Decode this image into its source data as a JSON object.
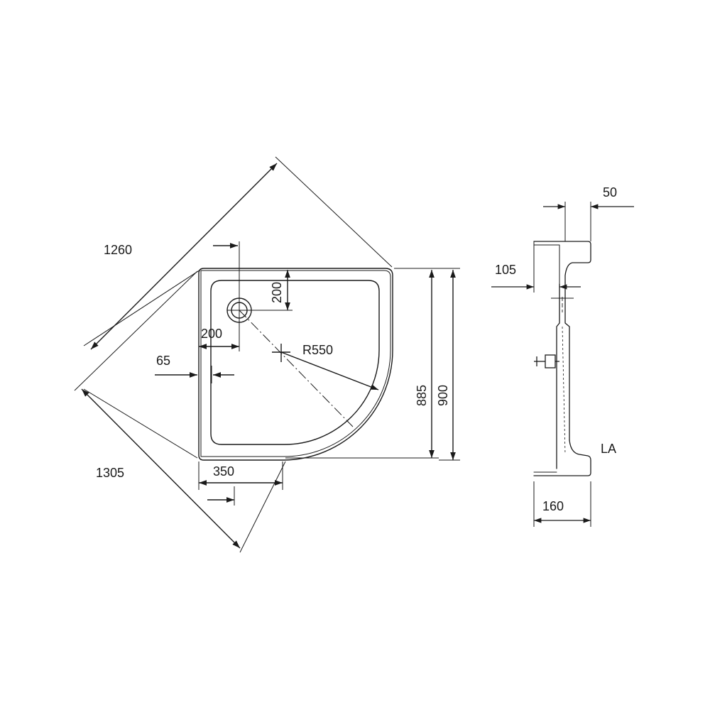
{
  "drawing": {
    "line_color": "#1a1a1a",
    "background_color": "#ffffff"
  },
  "plan_view": {
    "diagonal_overall": "1260",
    "diagonal_outer": "1305",
    "waste_offset_y": "200",
    "waste_offset_x": "200",
    "edge_inset": "65",
    "radius": "R550",
    "depth_inner": "885",
    "depth_outer": "900",
    "front_width": "350"
  },
  "section_view": {
    "rim_width": "50",
    "drop_height": "105",
    "base_width": "160",
    "variant_code": "LA"
  }
}
